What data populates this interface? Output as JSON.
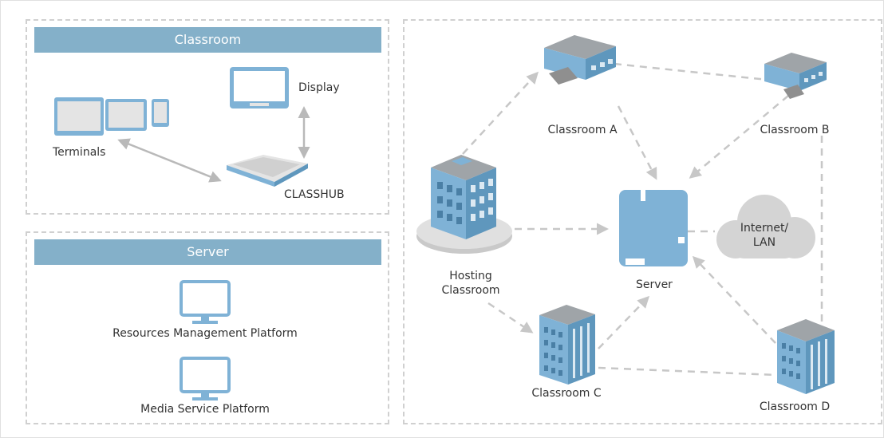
{
  "classroom_panel": {
    "header": "Classroom",
    "terminals_label": "Terminals",
    "display_label": "Display",
    "classhub_label": "CLASSHUB"
  },
  "server_panel": {
    "header": "Server",
    "platforms": [
      {
        "label": "Resources Management Platform",
        "icon": "monitor-icon"
      },
      {
        "label": "Media Service Platform",
        "icon": "monitor-icon"
      }
    ]
  },
  "network": {
    "classroom_a": "Classroom A",
    "classroom_b": "Classroom B",
    "classroom_c": "Classroom C",
    "classroom_d": "Classroom D",
    "hosting_classroom": "Hosting\nClassroom",
    "server": "Server",
    "internet": "Internet/\nLAN"
  },
  "colors": {
    "accent": "#84b0c9",
    "building_face": "#7fb2d6",
    "building_roof": "#9fa4a8",
    "arrow": "#c7c7c7",
    "cloud": "#d4d4d4"
  }
}
